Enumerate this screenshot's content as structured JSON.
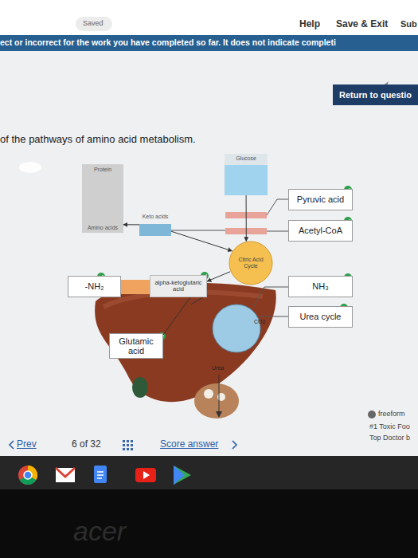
{
  "diagram": {
    "nodes": [
      {
        "text": [
          "Return to questio"
        ]
      },
      {
        "text": [
          "Glucose"
        ]
      },
      {
        "text": [
          "Protein",
          "Amino acids"
        ]
      },
      {
        "text": [
          "Pyruvic acid"
        ]
      },
      {
        "text": [
          "Keto acids"
        ]
      },
      {
        "text": [
          "Acetyl-CoA"
        ]
      },
      {
        "text": [
          "Citric Acid Cycle"
        ]
      },
      {
        "text": [
          "-NH₂"
        ]
      },
      {
        "text": [
          "alpha-ketoglutaric acid"
        ]
      },
      {
        "text": [
          "NH₃"
        ]
      },
      {
        "text": [
          "Urea cycle"
        ]
      },
      {
        "text": [
          "Glutamic acid"
        ]
      }
    ],
    "edges": [
      {
        "from": 4,
        "to": 2,
        "arrow": "to"
      },
      {
        "from": 1,
        "to": 6,
        "arrow": "to"
      },
      {
        "from": 4,
        "to": 6,
        "arrow": "to"
      },
      {
        "from": 6,
        "to": 8,
        "arrow": "to"
      },
      {
        "from": 8,
        "to": 11,
        "arrow": "none"
      }
    ],
    "labels": [
      "Saved",
      "Help",
      "Save & Exit",
      "Sub",
      "ect or incorrect for the work you have completed so far. It does not indicate completi",
      "of the pathways of amino acid metabolism.",
      "CO2",
      "Urea",
      "Prev",
      "6 of 32",
      "Score answer",
      "freeform",
      "#1 Toxic Foo",
      "Top Doctor b",
      "acer"
    ]
  }
}
